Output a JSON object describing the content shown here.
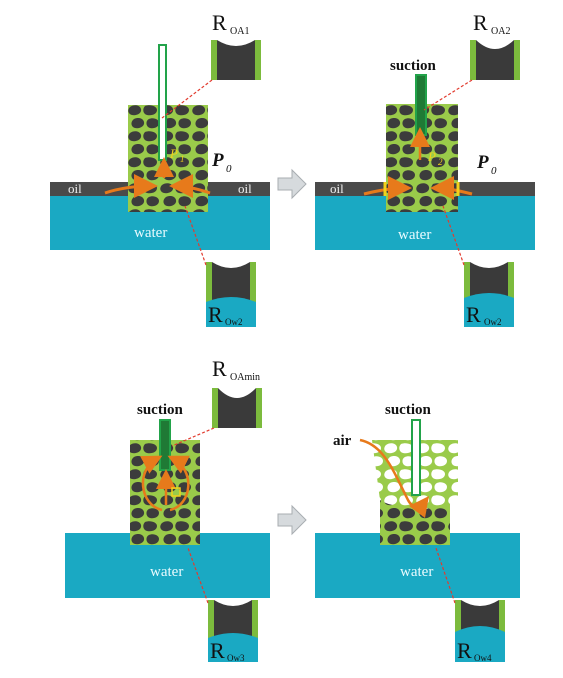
{
  "colors": {
    "water": "#1aa9c3",
    "oil_film": "#4a4a4a",
    "foam_matrix": "#9acb4a",
    "foam_cells": "#3c3c3c",
    "arrow": "#e77a1b",
    "leader": "#e23b2e",
    "tube_green": "#22a34a",
    "transition_arrow": "#cfd3d6"
  },
  "panels": {
    "top_left": {
      "resistance_top": {
        "R": "R",
        "sub": "OA1"
      },
      "resistance_bottom": {
        "R": "R",
        "sub": "Ow2"
      },
      "pressure_in": {
        "P": "P",
        "sub": "1"
      },
      "pressure_out": {
        "P": "P",
        "sub": "0"
      },
      "oil_left": "oil",
      "oil_right": "oil",
      "water": "water"
    },
    "top_right": {
      "resistance_top": {
        "R": "R",
        "sub": "OA2"
      },
      "resistance_bottom": {
        "R": "R",
        "sub": "Ow2"
      },
      "suction": "suction",
      "pressure_in": {
        "P": "P",
        "sub": "2"
      },
      "pressure_out": {
        "P": "P",
        "sub": "0"
      },
      "oil_left": "oil",
      "water": "water"
    },
    "bottom_left": {
      "resistance_top": {
        "R": "R",
        "sub": "OAmin"
      },
      "resistance_bottom": {
        "R": "R",
        "sub": "Ow3"
      },
      "suction": "suction",
      "water": "water"
    },
    "bottom_right": {
      "resistance_bottom": {
        "R": "R",
        "sub": "Ow4"
      },
      "suction": "suction",
      "air": "air",
      "water": "water"
    }
  },
  "transition_icons": [
    "arrow-right-icon",
    "arrow-right-icon"
  ]
}
